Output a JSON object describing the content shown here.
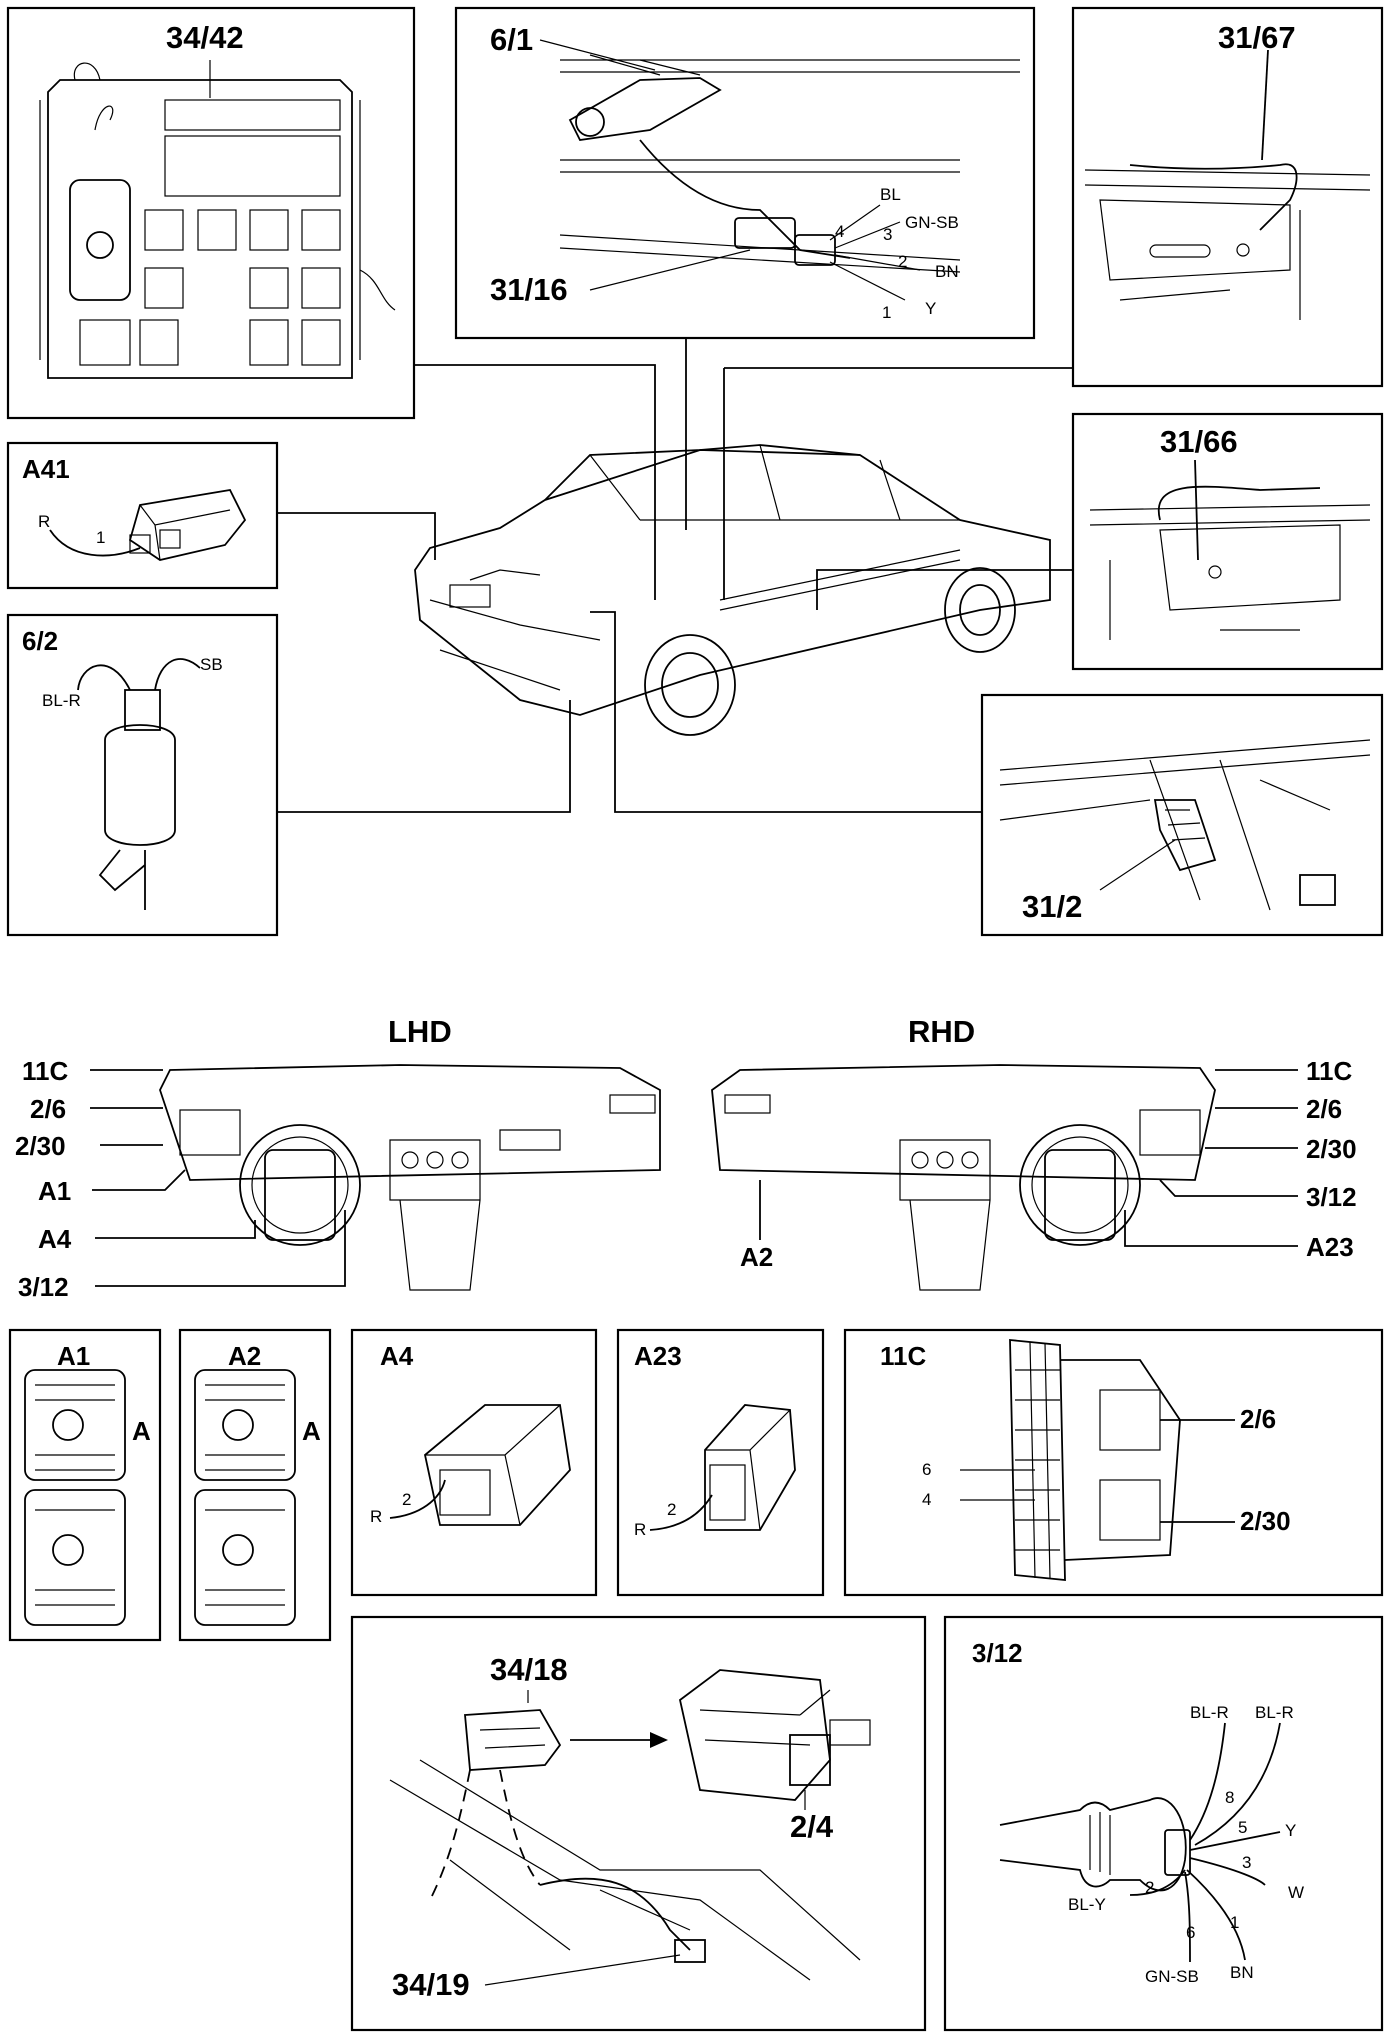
{
  "labels": {
    "fusebox": "34/42",
    "wiper_motor": "6/1",
    "washer_connector": "31/16",
    "wire_bl": "BL",
    "wire_gn_sb": "GN-SB",
    "wire_bn": "BN",
    "wire_y": "Y",
    "pin4": "4",
    "pin3": "3",
    "pin2": "2",
    "pin1": "1",
    "conn_31_67": "31/67",
    "conn_31_66": "31/66",
    "a41": "A41",
    "a41_wire": "R",
    "a41_pin": "1",
    "pump": "6/2",
    "pump_wire1": "BL-R",
    "pump_wire2": "SB",
    "conn_31_2": "31/2",
    "lhd": "LHD",
    "rhd": "RHD",
    "lhd_11c": "11C",
    "lhd_2_6": "2/6",
    "lhd_2_30": "2/30",
    "lhd_a1": "A1",
    "lhd_a4": "A4",
    "lhd_3_12": "3/12",
    "rhd_11c": "11C",
    "rhd_2_6": "2/6",
    "rhd_2_30": "2/30",
    "rhd_3_12": "3/12",
    "rhd_a23": "A23",
    "rhd_a2": "A2",
    "d_a1": "A1",
    "d_a1_side": "A",
    "d_a2": "A2",
    "d_a2_side": "A",
    "d_a4": "A4",
    "d_a4_wire": "R",
    "d_a4_pin": "2",
    "d_a23": "A23",
    "d_a23_wire": "R",
    "d_a23_pin": "2",
    "d_11c": "11C",
    "d_11c_p6": "6",
    "d_11c_p4": "4",
    "d_11c_2_6": "2/6",
    "d_11c_2_30": "2/30",
    "d_34_18": "34/18",
    "d_2_4": "2/4",
    "d_34_19": "34/19",
    "d_3_12": "3/12",
    "sw_blr1": "BL-R",
    "sw_blr2": "BL-R",
    "sw_p8": "8",
    "sw_p5": "5",
    "sw_y": "Y",
    "sw_p3": "3",
    "sw_w": "W",
    "sw_p2": "2",
    "sw_bly": "BL-Y",
    "sw_p6": "6",
    "sw_p1": "1",
    "sw_gnsb": "GN-SB",
    "sw_bn": "BN"
  }
}
